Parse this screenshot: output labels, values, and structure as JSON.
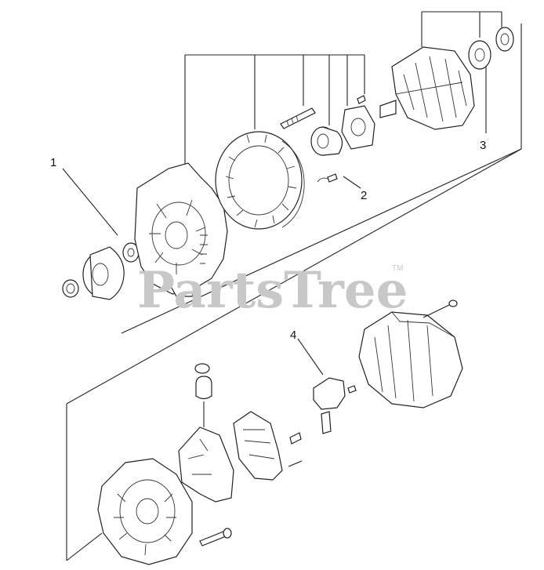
{
  "watermark": {
    "text": "PartsTree",
    "trademark": "TM"
  },
  "callouts": [
    {
      "id": "1",
      "label": "1"
    },
    {
      "id": "2",
      "label": "2"
    },
    {
      "id": "3",
      "label": "3"
    },
    {
      "id": "4",
      "label": "4"
    }
  ]
}
